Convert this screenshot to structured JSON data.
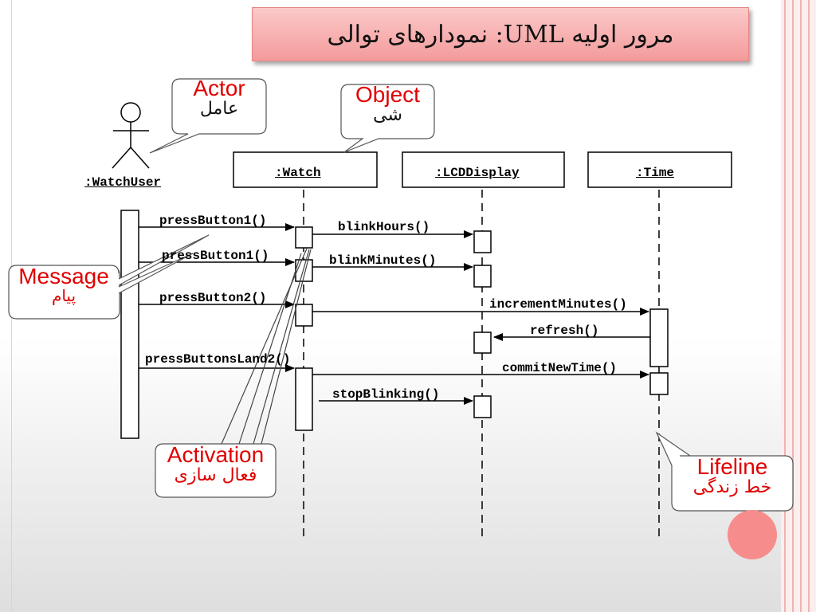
{
  "slide": {
    "title": "مرور اولیه UML: نمودارهای توالی"
  },
  "actor": {
    "label": ":WatchUser"
  },
  "objects": [
    {
      "id": "watch",
      "label": ":Watch"
    },
    {
      "id": "lcd",
      "label": ":LCDDisplay"
    },
    {
      "id": "time",
      "label": ":Time"
    }
  ],
  "messages": [
    {
      "label": "pressButton1()"
    },
    {
      "label": "blinkHours()"
    },
    {
      "label": "pressButton1()"
    },
    {
      "label": "blinkMinutes()"
    },
    {
      "label": "pressButton2()"
    },
    {
      "label": "incrementMinutes()"
    },
    {
      "label": "refresh()"
    },
    {
      "label": "pressButtonsLand2()"
    },
    {
      "label": "commitNewTime()"
    },
    {
      "label": "stopBlinking()"
    }
  ],
  "callouts": {
    "actor": {
      "en": "Actor",
      "fa": "عامل"
    },
    "object": {
      "en": "Object",
      "fa": "شی"
    },
    "message": {
      "en": "Message",
      "fa": "پیام"
    },
    "activation": {
      "en": "Activation",
      "fa": "فعال سازی"
    },
    "lifeline": {
      "en": "Lifeline",
      "fa": "خط زندگی"
    }
  },
  "colors": {
    "accent_red": "#e10000",
    "title_bg": "#f6a9a9",
    "deco_circle": "#f78c8c"
  }
}
